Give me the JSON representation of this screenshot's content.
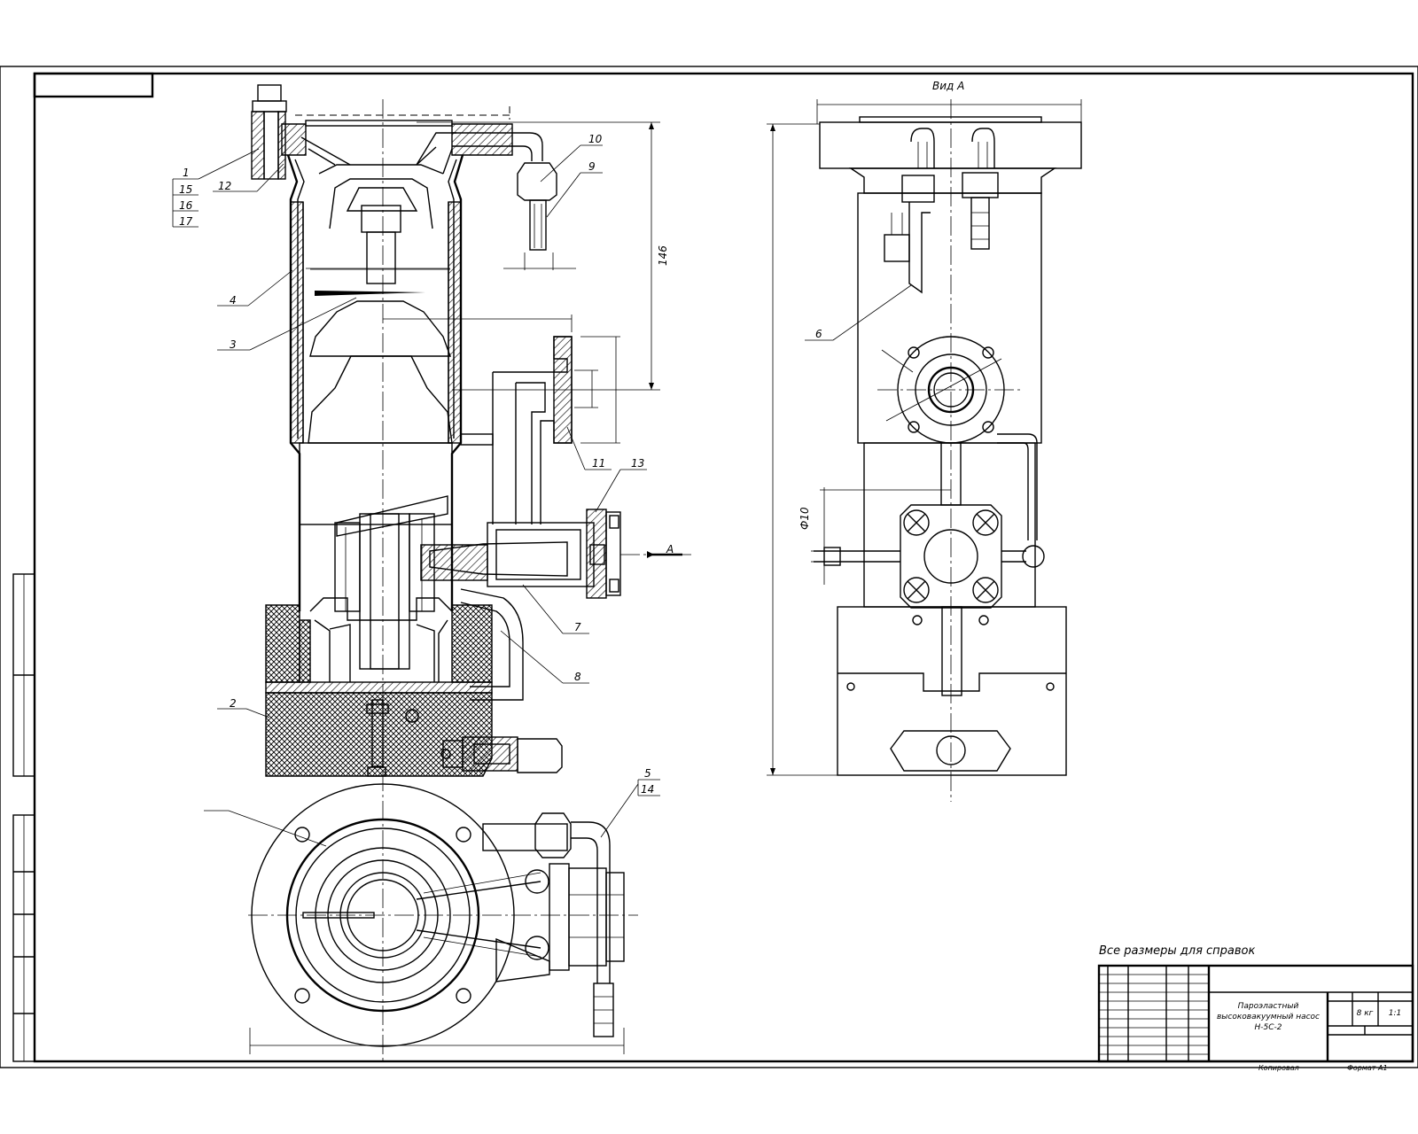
{
  "view_label": "Вид А",
  "section_mark": "А",
  "dimensions": {
    "height_146": "146",
    "pipe_d10": "Ф10"
  },
  "callouts": [
    "1",
    "15",
    "16",
    "17",
    "12",
    "4",
    "3",
    "2",
    "10",
    "9",
    "11",
    "13",
    "7",
    "8",
    "5",
    "14",
    "6"
  ],
  "note": "Все размеры для справок",
  "title_block": {
    "name_line1": "Пароэластный",
    "name_line2": "высоковакуумный насос",
    "name_line3": "Н-5С-2",
    "mass": "8 кг",
    "scale": "1:1",
    "copied": "Копировал",
    "format": "Формат А1"
  }
}
